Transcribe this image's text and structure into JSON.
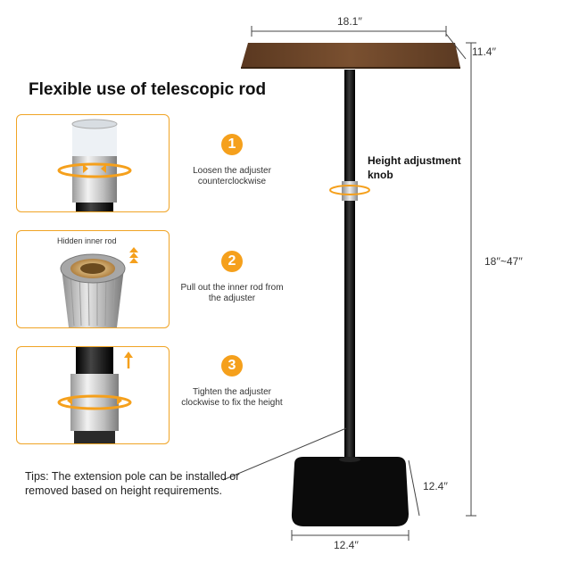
{
  "title": "Flexible use of telescopic rod",
  "steps": [
    {
      "number": "1",
      "text": "Loosen the adjuster counterclockwise"
    },
    {
      "number": "2",
      "text": "Pull out the inner rod from the adjuster"
    },
    {
      "number": "3",
      "text": "Tighten the adjuster clockwise to fix the height"
    }
  ],
  "panel2_label": "Hidden inner rod",
  "annotation": "Height adjustment knob",
  "dimensions": {
    "top_width": "18.1′′",
    "top_depth": "11.4′′",
    "height_range": "18′′~47′′",
    "base_depth": "12.4′′",
    "base_width": "12.4′′"
  },
  "tips": "Tips: The extension pole can be installed or removed based on height requirements.",
  "colors": {
    "accent": "#f5a01c",
    "wood": "#6b4428",
    "pole": "#111111",
    "aluminum": "#c8c8c8"
  }
}
